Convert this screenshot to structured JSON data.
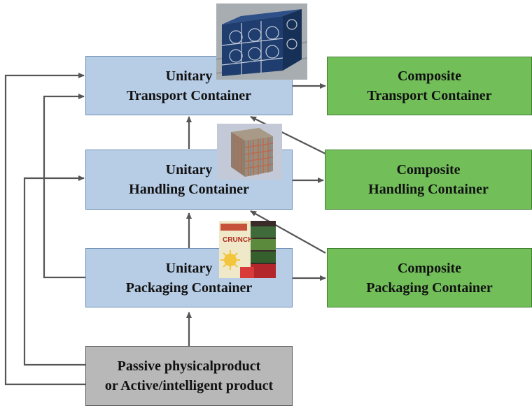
{
  "unitary_transport": {
    "line1": "Unitary",
    "line2": "Transport Container"
  },
  "unitary_handling": {
    "line1": "Unitary",
    "line2": "Handling Container"
  },
  "unitary_packaging": {
    "line1": "Unitary",
    "line2": "Packaging Container"
  },
  "composite_transport": {
    "line1": "Composite",
    "line2": "Transport Container"
  },
  "composite_handling": {
    "line1": "Composite",
    "line2": "Handling Container"
  },
  "composite_packaging": {
    "line1": "Composite",
    "line2": "Packaging Container"
  },
  "product": {
    "line1": "Passive physicalproduct",
    "line2": "or Active/intelligent product"
  },
  "images": {
    "transport": "transport-container-photo",
    "handling": "handling-cube-photo",
    "packaging": "packaging-boxes-photo",
    "packaging_label": "CRUNCH"
  },
  "colors": {
    "unitary_fill": "#b7cde6",
    "composite_fill": "#72bf5a",
    "product_fill": "#b8b8b8",
    "arrow": "#555555"
  }
}
